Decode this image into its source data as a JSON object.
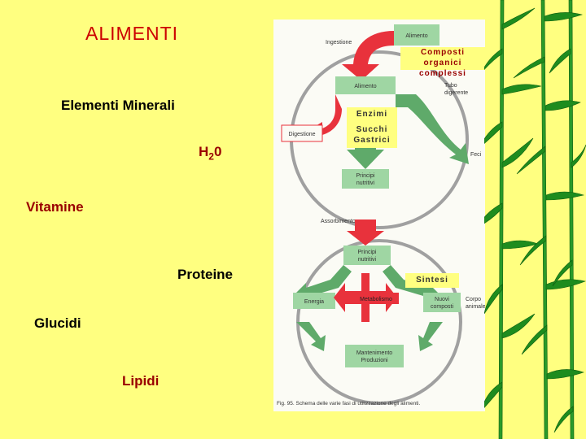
{
  "slide": {
    "title": "ALIMENTI",
    "items": [
      "Elementi Minerali",
      "Vitamine",
      "Proteine",
      "Glucidi",
      "Lipidi"
    ],
    "water": {
      "main": "H",
      "sub": "2",
      "tail": "0"
    }
  },
  "figure": {
    "top_right_box": "Composti organici complessi",
    "enzimi_box": {
      "line1": "Enzimi",
      "line2": "Succhi",
      "line3": "Gastrici"
    },
    "sintesi_box": "Sintesi",
    "labels": {
      "ingestione": "Ingestione",
      "alimento_top": "Alimento",
      "alimento_mid": "Alimento",
      "tubo": "Tubo",
      "digerente": "digerente",
      "digestione": "Digestione",
      "feci": "Feci",
      "principi_nutritivi_1": "Principi",
      "principi_nutritivi_2": "nutritivi",
      "assorbimento": "Assorbimento",
      "principi_nutritivi_3": "Principi",
      "principi_nutritivi_4": "nutritivi",
      "energia": "Energia",
      "metabolismo": "Metabolismo",
      "nuovi_composti_1": "Nuovi",
      "nuovi_composti_2": "composti",
      "corpo_1": "Corpo",
      "corpo_2": "animale",
      "mantenimento_1": "Mantenimento",
      "mantenimento_2": "Produzioni",
      "caption": "Fig. 95. Schema delle varie fasi di utilizzazione degli alimenti."
    },
    "colors": {
      "arrow_red": "#e8323c",
      "arrow_green": "#5faa6a",
      "box_green": "#9fd6a3",
      "ring": "#a0a0a0"
    }
  },
  "theme": {
    "background": "#ffff80",
    "title_color": "#cc0000",
    "accent_color": "#990000",
    "bamboo": "#1e8c1e"
  }
}
